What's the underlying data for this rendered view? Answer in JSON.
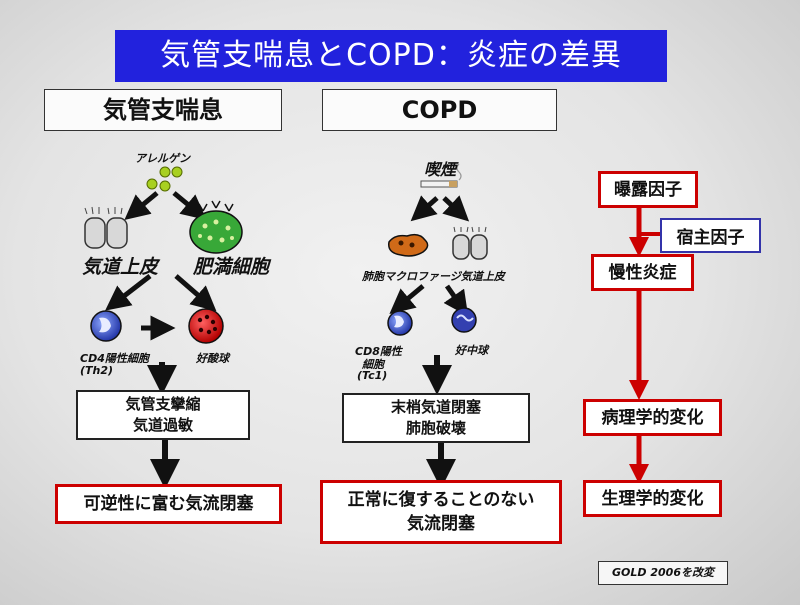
{
  "title": "気管支喘息とCOPD：炎症の差異",
  "asthma": {
    "header": "気管支喘息",
    "allergen": "アレルゲン",
    "epithelium": "気道上皮",
    "mast_cell": "肥満細胞",
    "cd4_line1": "CD4陽性細胞",
    "cd4_line2": "(Th2)",
    "eosinophil": "好酸球",
    "effect_line1": "気管支攣縮",
    "effect_line2": "気道過敏",
    "outcome": "可逆性に富む気流閉塞"
  },
  "copd": {
    "header": "COPD",
    "smoking": "喫煙",
    "macrophage_epi": "肺胞マクロファージ気道上皮",
    "cd8_line1": "CD8陽性",
    "cd8_line2": "細胞",
    "cd8_line3": "(Tc1)",
    "neutrophil": "好中球",
    "effect_line1": "末梢気道閉塞",
    "effect_line2": "肺胞破壊",
    "outcome_line1": "正常に復することのない",
    "outcome_line2": "気流閉塞"
  },
  "factors": {
    "exposure": "曝露因子",
    "host": "宿主因子",
    "chronic": "慢性炎症",
    "pathology": "病理学的変化",
    "physiology": "生理学的変化"
  },
  "source": "GOLD 2006を改変",
  "colors": {
    "title_bg": "#2222dd",
    "red": "#cc0000",
    "blue": "#3333aa"
  }
}
